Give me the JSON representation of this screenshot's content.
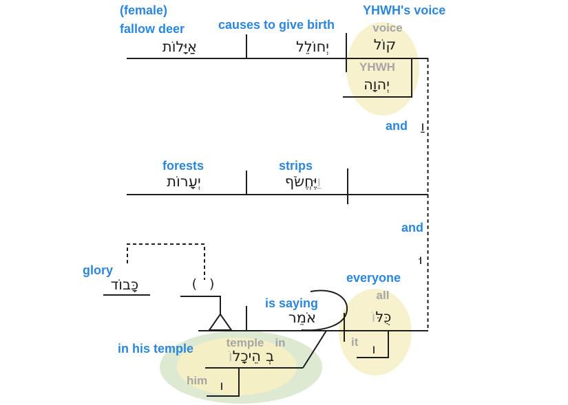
{
  "colors": {
    "accent_blue": "#2b87db",
    "gloss_gray": "#a5a5a5",
    "suffix_gray": "#b7b7b7",
    "line_black": "#1c1c1c",
    "highlight_yellow": "#f7f2cd",
    "highlight_green": "#dde9d0",
    "highlight_inner_yellow": "#f5efc5"
  },
  "clause1": {
    "object": {
      "label_line1": "(female)",
      "label_line2": "fallow deer",
      "hebrew": "אַיָּלוֹת"
    },
    "verb": {
      "label": "causes to give birth",
      "hebrew": "יְחוֹלֵל"
    },
    "subject": {
      "label": "YHWH's voice",
      "gloss": "voice",
      "hebrew": "קוֹל"
    },
    "subject_genitive": {
      "gloss": "YHWH",
      "hebrew": "יְהוָה"
    }
  },
  "conjunction1": {
    "label": "and",
    "hebrew": "וַ"
  },
  "clause2": {
    "object": {
      "label": "forests",
      "hebrew": "יְעָרוֹת"
    },
    "verb": {
      "label": "strips",
      "hebrew_prefix": "וַ",
      "hebrew": "יֶּחֱשֹׂף"
    }
  },
  "conjunction2": {
    "label": "and",
    "hebrew": "וּ"
  },
  "clause3": {
    "subject": {
      "label": "everyone",
      "gloss": "all",
      "hebrew_main": "כֻּלּ",
      "hebrew_suffix": "וֹ"
    },
    "subject_pronoun": {
      "gloss": "it",
      "hebrew": "ו"
    },
    "verb": {
      "label": "is saying",
      "hebrew": "אֹמֵר"
    },
    "quote_placeholder": "( )",
    "quote_content": {
      "label": "glory",
      "hebrew": "כָּבוֹד"
    },
    "prepositional_phrase": {
      "label": "in his temple",
      "prep_gloss": "in",
      "prep_hebrew": "בְ",
      "noun_gloss": "temple",
      "noun_hebrew": "הֵיכָל",
      "noun_hebrew_suffix": "וֹ",
      "pronoun_gloss": "him",
      "pronoun_hebrew": "ו"
    }
  }
}
